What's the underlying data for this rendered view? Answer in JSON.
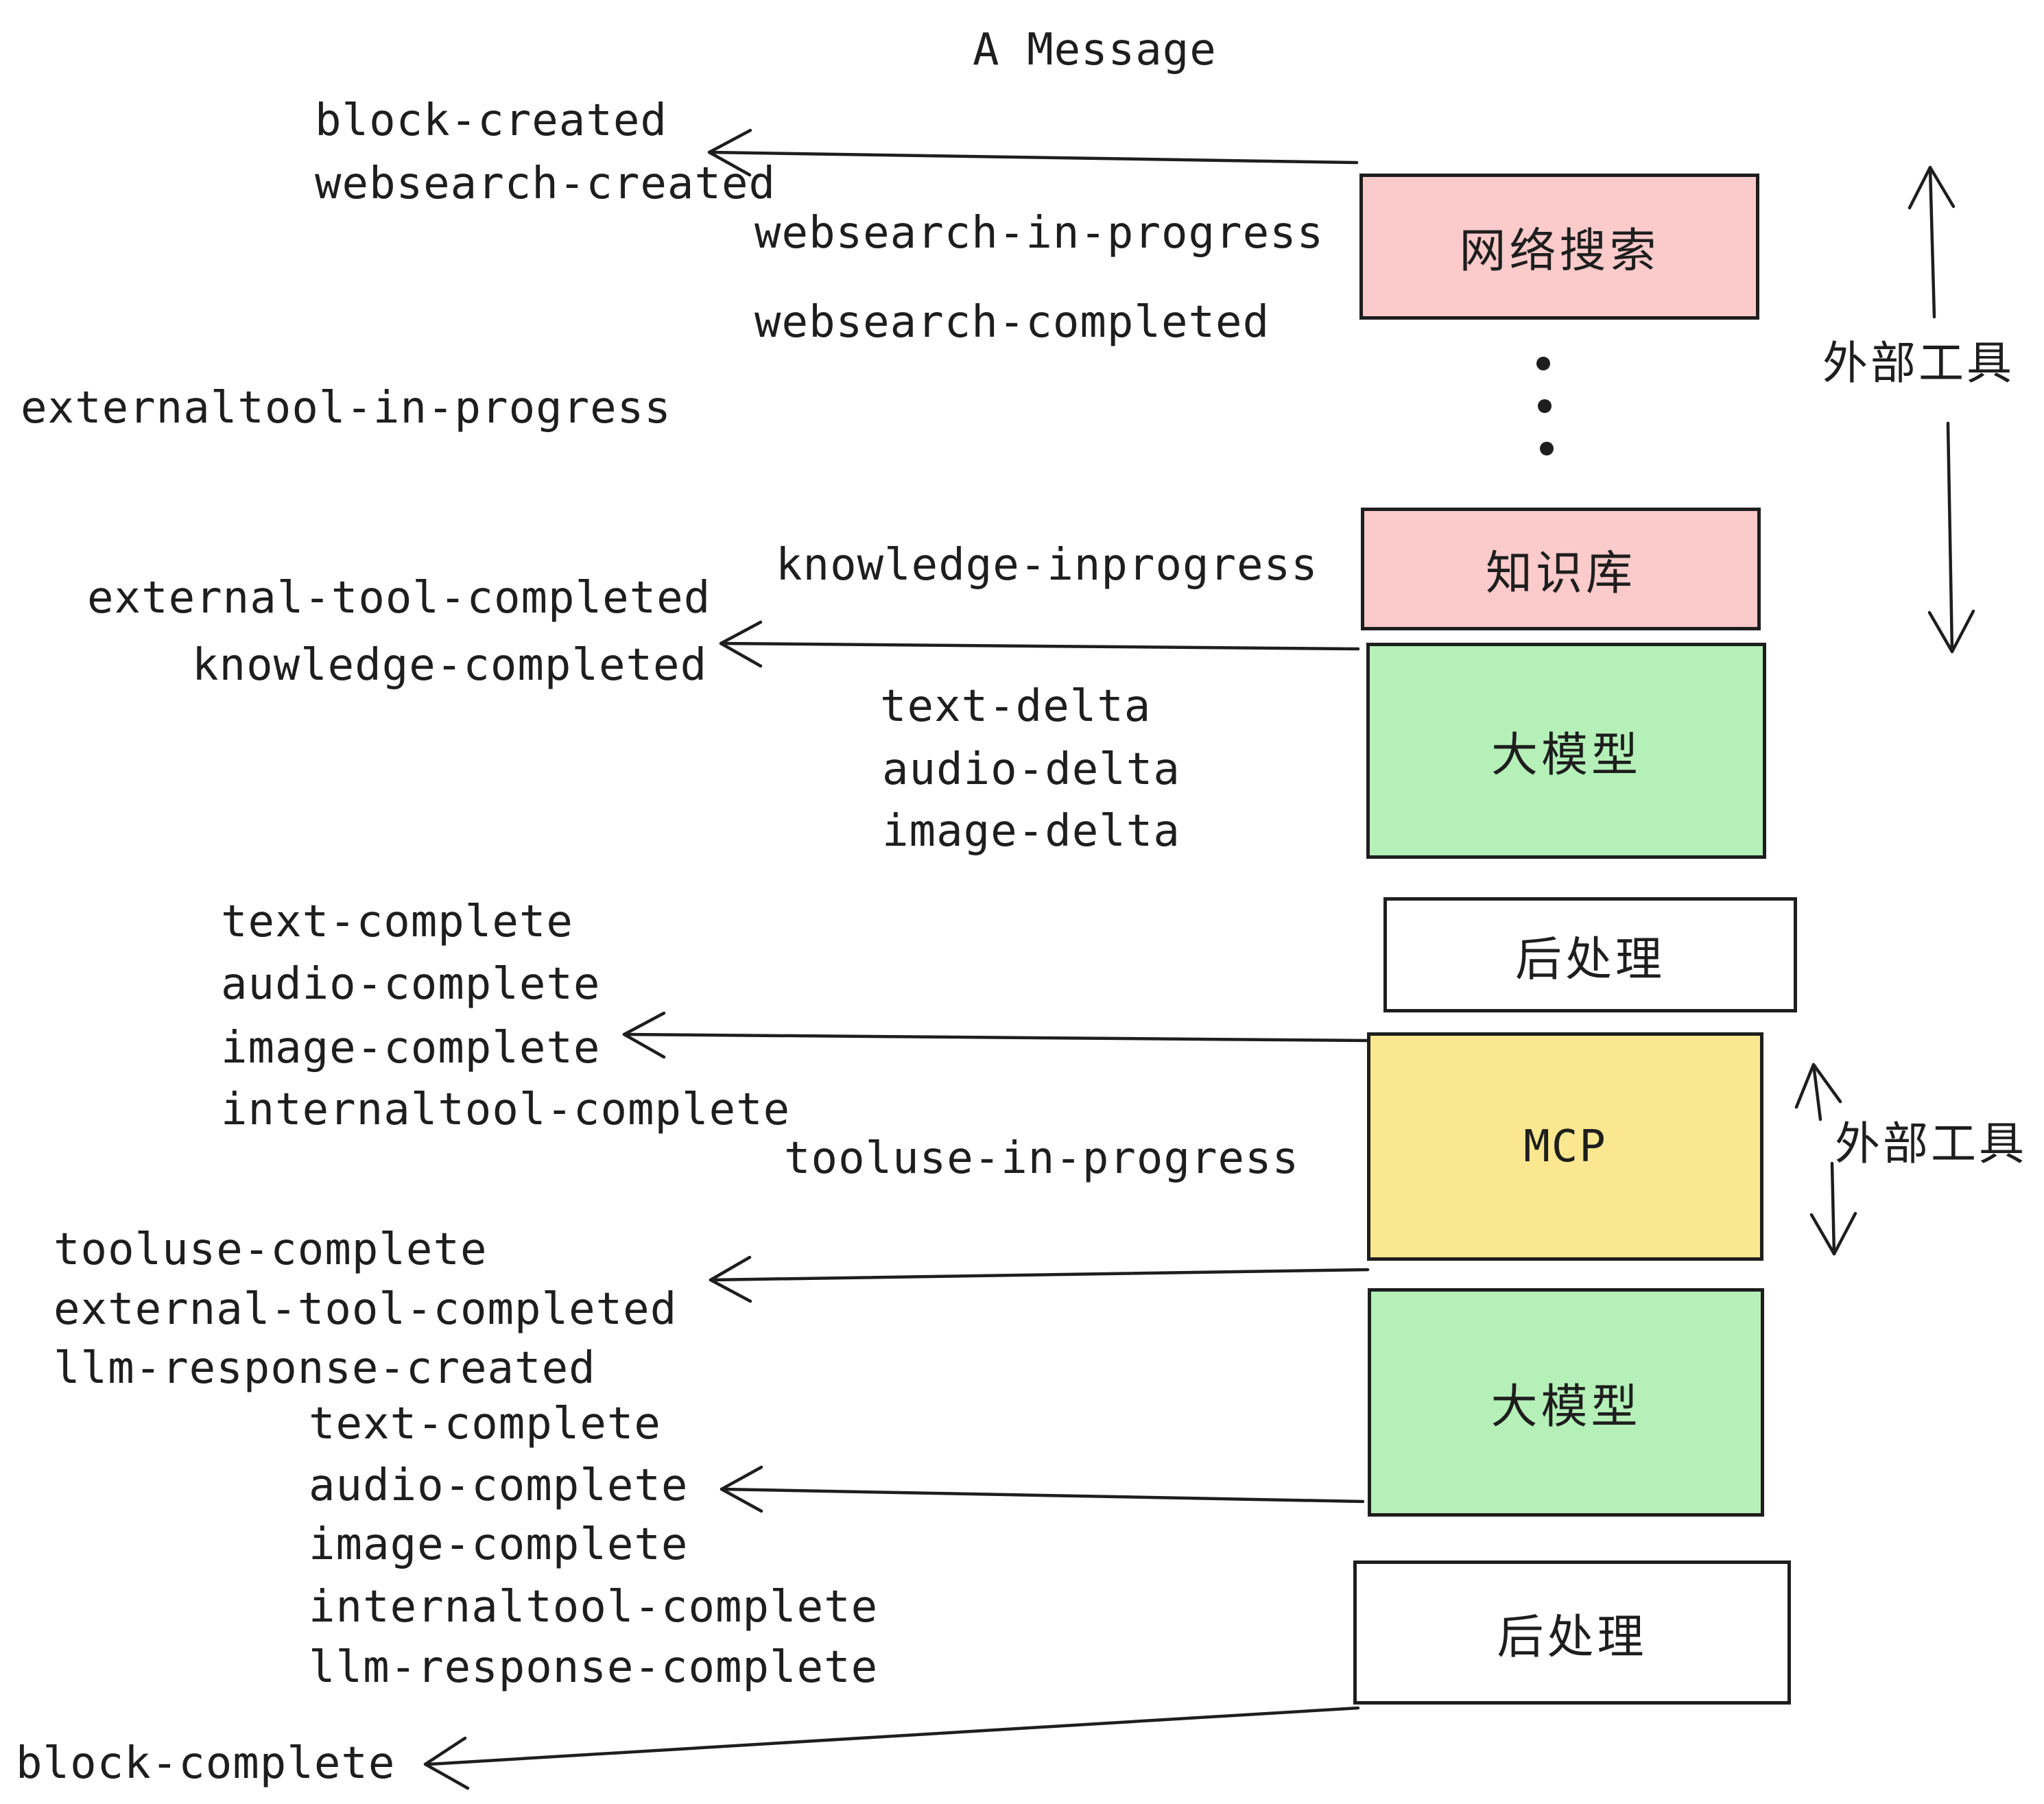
{
  "title": "A Message",
  "colors": {
    "ink": "#1e1e1e",
    "pink": "#fbcaca",
    "green": "#b4f0b8",
    "yellow": "#fae78f",
    "white": "#ffffff",
    "background": "#ffffff"
  },
  "nodes": [
    {
      "label": "网络搜索",
      "fill": "pink"
    },
    {
      "label": "知识库",
      "fill": "pink"
    },
    {
      "label": "大模型",
      "fill": "green"
    },
    {
      "label": "后处理",
      "fill": "white"
    },
    {
      "label": "MCP",
      "fill": "yellow"
    },
    {
      "label": "大模型",
      "fill": "green"
    },
    {
      "label": "后处理",
      "fill": "white"
    }
  ],
  "side_labels": {
    "top": "外部工具",
    "bottom": "外部工具"
  },
  "events": {
    "block_created": "block-created",
    "websearch_created": "websearch-created",
    "websearch_in_progress": "websearch-in-progress",
    "websearch_completed": "websearch-completed",
    "externaltool_in_progress": "externaltool-in-progress",
    "knowledge_inprogress": "knowledge-inprogress",
    "external_tool_completed_1": "external-tool-completed",
    "knowledge_completed": "knowledge-completed",
    "text_delta_1": "text-delta",
    "audio_delta_1": "audio-delta",
    "image_delta_1": "image-delta",
    "text_complete_1": "text-complete",
    "audio_complete_1": "audio-complete",
    "image_complete_1": "image-complete",
    "internaltool_complete_1": "internaltool-complete",
    "tooluse_in_progress": "tooluse-in-progress",
    "tooluse_complete": "tooluse-complete",
    "external_tool_completed_2": "external-tool-completed",
    "llm_response_created": "llm-response-created",
    "text_complete_2": "text-complete",
    "audio_complete_2": "audio-complete",
    "image_complete_2": "image-complete",
    "internaltool_complete_2": "internaltool-complete",
    "llm_response_complete": "llm-response-complete",
    "block_complete": "block-complete"
  }
}
